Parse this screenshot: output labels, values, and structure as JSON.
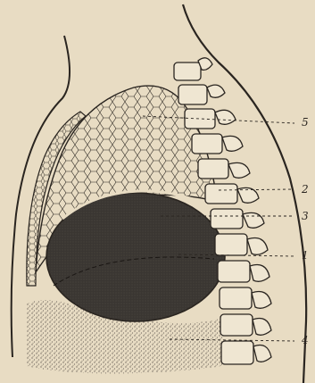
{
  "figure": {
    "colors": {
      "paper": "#e8dcc3",
      "ink": "#2a2520",
      "dark_mass": "#3a3632",
      "stipple": "#6e665c"
    },
    "labels": [
      {
        "id": "label-5",
        "text": "5"
      },
      {
        "id": "label-2",
        "text": "2"
      },
      {
        "id": "label-3",
        "text": "3"
      },
      {
        "id": "label-1",
        "text": "1"
      },
      {
        "id": "label-4",
        "text": "4"
      }
    ]
  }
}
